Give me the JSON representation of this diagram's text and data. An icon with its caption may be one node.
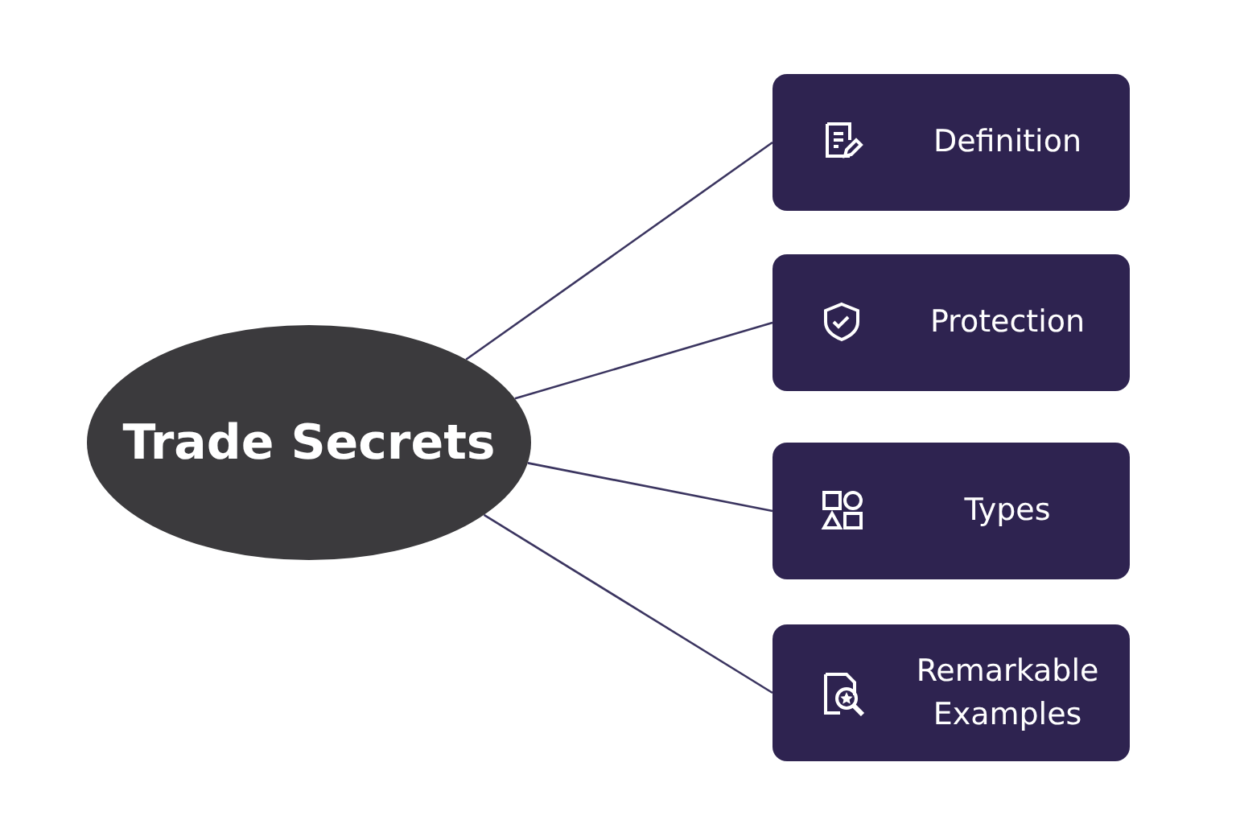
{
  "diagram": {
    "nodes": [
      {
        "text": [
          "Trade Secrets"
        ]
      },
      {
        "text": [
          "Definition"
        ]
      },
      {
        "text": [
          "Protection"
        ]
      },
      {
        "text": [
          "Types"
        ]
      },
      {
        "text": [
          "Remarkable Examples"
        ]
      }
    ],
    "edges": [
      {
        "from": 0,
        "to": 1,
        "arrow": "none"
      },
      {
        "from": 0,
        "to": 2,
        "arrow": "none"
      },
      {
        "from": 0,
        "to": 3,
        "arrow": "none"
      },
      {
        "from": 0,
        "to": 4,
        "arrow": "none"
      }
    ]
  }
}
